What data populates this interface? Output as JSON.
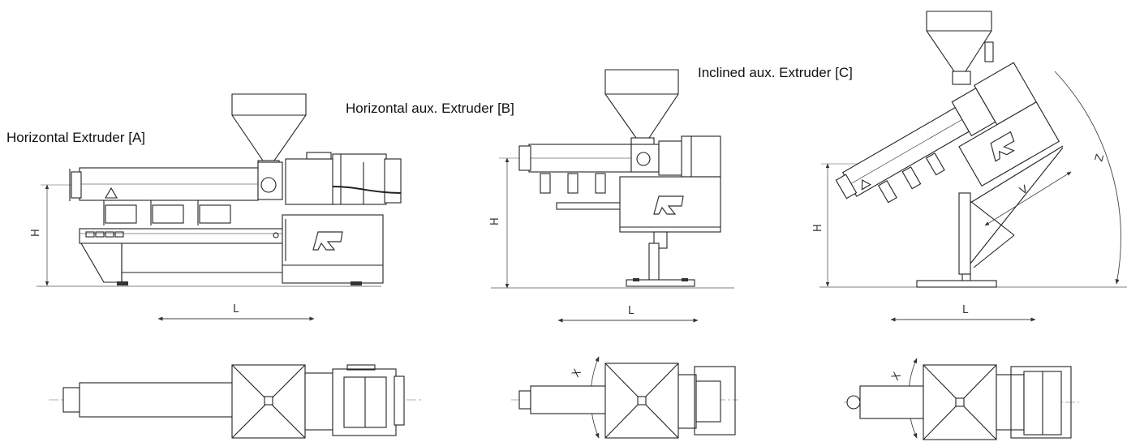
{
  "colors": {
    "line": "#222222",
    "dim": "#555555",
    "fill": "#f4f4f4"
  },
  "machines": [
    {
      "title": "Horizontal Extruder [A]",
      "dim_h": "H",
      "dim_l": "L"
    },
    {
      "title": "Horizontal aux. Extruder [B]",
      "dim_h": "H",
      "dim_l": "L",
      "dim_x": "X"
    },
    {
      "title": "Inclined aux. Extruder [C]",
      "dim_h": "H",
      "dim_l": "L",
      "dim_x": "X",
      "dim_v": "V",
      "dim_z": "Z"
    }
  ]
}
